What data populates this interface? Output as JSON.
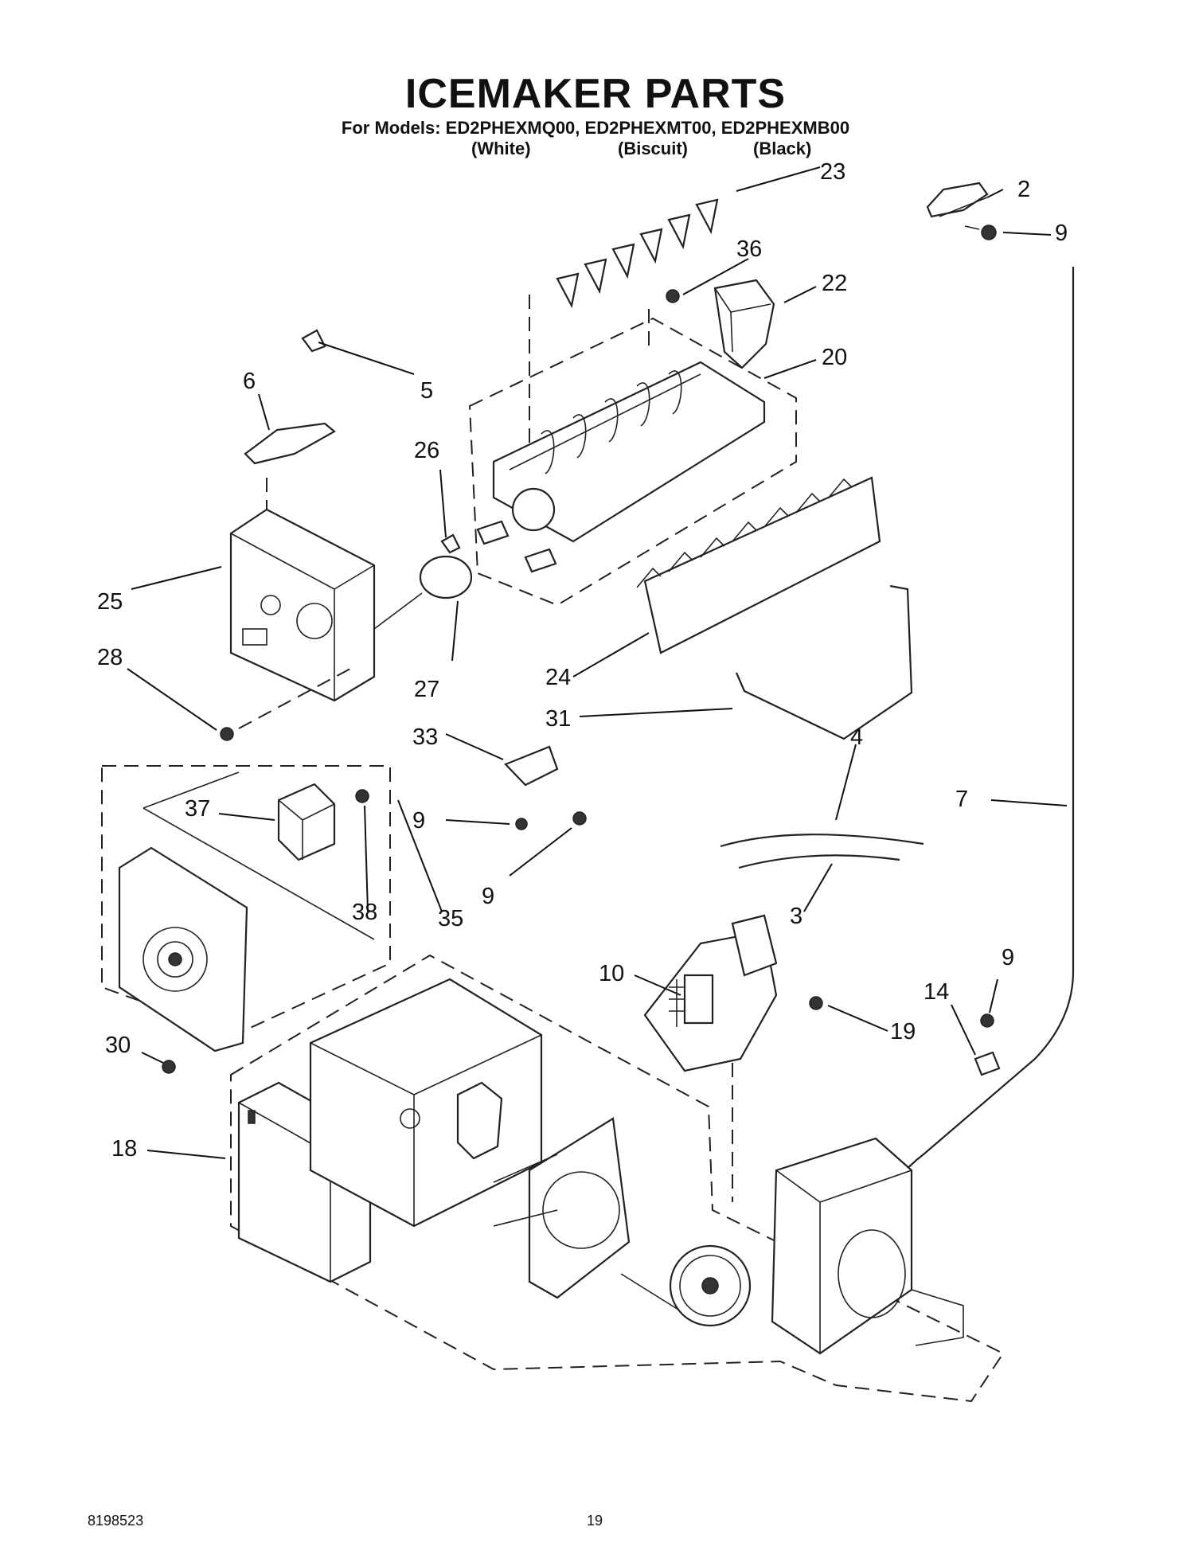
{
  "header": {
    "title": "ICEMAKER PARTS",
    "models_line": "For Models: ED2PHEXMQ00, ED2PHEXMT00, ED2PHEXMB00",
    "variants": [
      "(White)",
      "(Biscuit)",
      "(Black)"
    ]
  },
  "callouts": {
    "c23": "23",
    "c2": "2",
    "c9a": "9",
    "c36": "36",
    "c22": "22",
    "c20": "20",
    "c5": "5",
    "c6": "6",
    "c26": "26",
    "c25": "25",
    "c27": "27",
    "c24": "24",
    "c28": "28",
    "c31": "31",
    "c7": "7",
    "c33": "33",
    "c4": "4",
    "c37": "37",
    "c9b": "9",
    "c9c": "9",
    "c38": "38",
    "c35": "35",
    "c3": "3",
    "c10": "10",
    "c9d": "9",
    "c14": "14",
    "c19": "19",
    "c30": "30",
    "c18": "18"
  },
  "footer": {
    "doc_number": "8198523",
    "page_number": "19"
  }
}
